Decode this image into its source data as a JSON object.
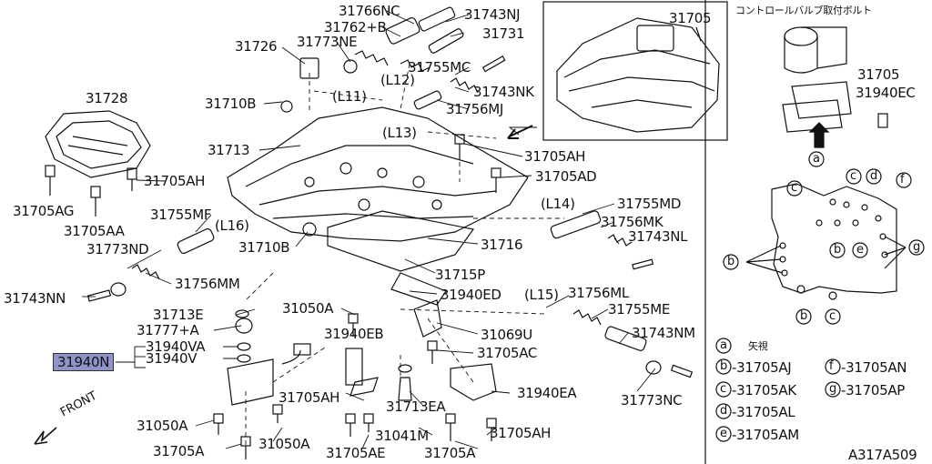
{
  "diagram": {
    "highlighted_part": "31940N",
    "reference_code": "A317A509",
    "direction_label": "FRONT",
    "inset_title": "コントロールバルブ取付ボルト",
    "parts": {
      "p31766NC": "31766NC",
      "p31743NJ": "31743NJ",
      "p31762B": "31762+B",
      "p31731": "31731",
      "p31726": "31726",
      "p31773NE": "31773NE",
      "p31755MC": "31755MC",
      "L11": "(L11)",
      "L12": "(L12)",
      "p31743NK": "31743NK",
      "p31710B_a": "31710B",
      "p31756MJ": "31756MJ",
      "p31728": "31728",
      "L13": "(L13)",
      "p31713": "31713",
      "p31705AH_a": "31705AH",
      "p31705AD": "31705AD",
      "p31705AH_b": "31705AH",
      "p31705AG": "31705AG",
      "p31705AA": "31705AA",
      "L14": "(L14)",
      "p31755MD": "31755MD",
      "p31755MF": "31755MF",
      "L16": "(L16)",
      "p31756MK": "31756MK",
      "p31773ND": "31773ND",
      "p31710B_b": "31710B",
      "p31716": "31716",
      "p31743NL": "31743NL",
      "p31715P": "31715P",
      "p31756MM": "31756MM",
      "p31743NN": "31743NN",
      "p31940ED": "31940ED",
      "L15": "(L15)",
      "p31756ML": "31756ML",
      "p31713E": "31713E",
      "p31050A_a": "31050A",
      "p31755ME": "31755ME",
      "p31777A": "31777+A",
      "p31940EB": "31940EB",
      "p31069U": "31069U",
      "p31743NM": "31743NM",
      "p31940VA": "31940VA",
      "p31940V": "31940V",
      "p31705AC": "31705AC",
      "p31705AH_c": "31705AH",
      "p31940EA": "31940EA",
      "p31713EA": "31713EA",
      "p31773NC": "31773NC",
      "p31050A_b": "31050A",
      "p31041M": "31041M",
      "p31705AH_d": "31705AH",
      "p31705A_a": "31705A",
      "p31050A_c": "31050A",
      "p31705AE": "31705AE",
      "p31705A_b": "31705A",
      "p31705": "31705",
      "p31705_r": "31705",
      "p31940EC": "31940EC"
    },
    "legend": {
      "a_key": "a",
      "a_text": "矢視",
      "b_key": "b",
      "b_text": "-31705AJ",
      "c_key": "c",
      "c_text": "-31705AK",
      "d_key": "d",
      "d_text": "-31705AL",
      "e_key": "e",
      "e_text": "-31705AM",
      "f_key": "f",
      "f_text": "-31705AN",
      "g_key": "g",
      "g_text": "-31705AP"
    },
    "callouts": [
      "a",
      "b",
      "c",
      "d",
      "e",
      "f",
      "g"
    ]
  }
}
